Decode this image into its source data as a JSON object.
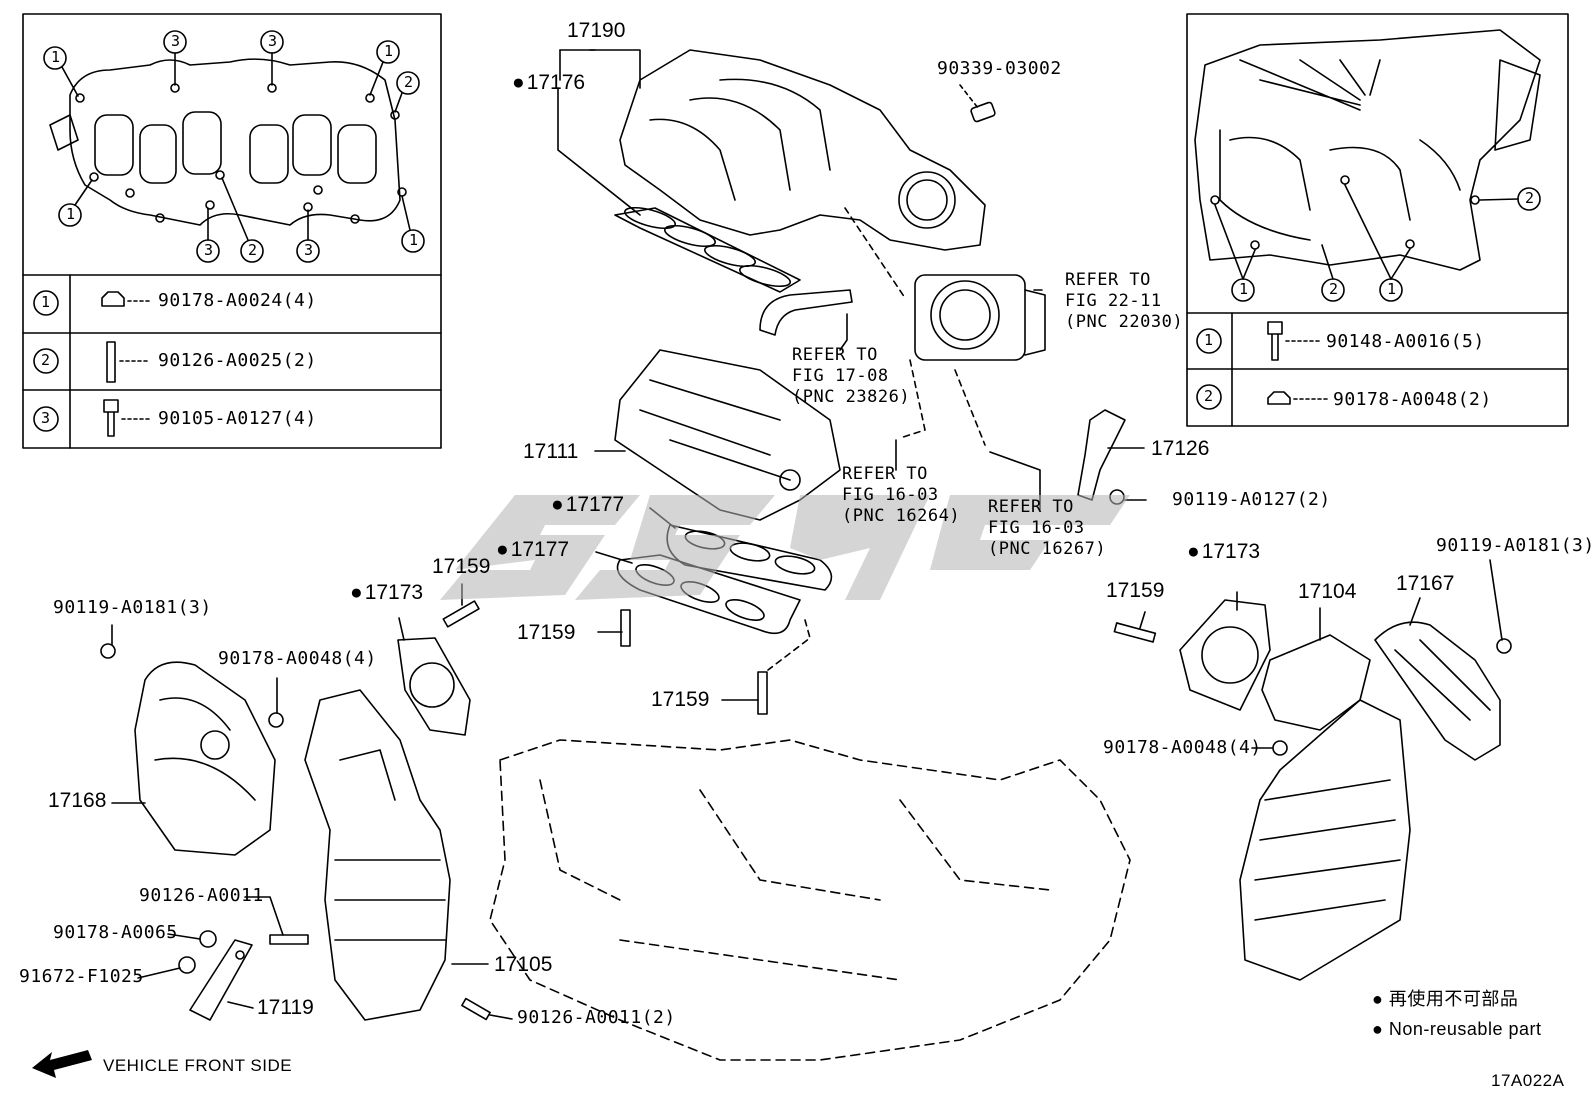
{
  "insets": {
    "left": {
      "legend": [
        {
          "num": "1",
          "part": "90178-A0024(4)"
        },
        {
          "num": "2",
          "part": "90126-A0025(2)"
        },
        {
          "num": "3",
          "part": "90105-A0127(4)"
        }
      ],
      "callouts": [
        "1",
        "3",
        "3",
        "1",
        "2",
        "1",
        "1",
        "3",
        "2",
        "3"
      ]
    },
    "right": {
      "legend": [
        {
          "num": "1",
          "part": "90148-A0016(5)"
        },
        {
          "num": "2",
          "part": "90178-A0048(2)"
        }
      ],
      "callouts": [
        "2",
        "1",
        "2",
        "1"
      ]
    }
  },
  "parts": {
    "p17190": "17190",
    "p17176": "17176",
    "p90339": "90339-03002",
    "p17111": "17111",
    "p17177a": "17177",
    "p17177b": "17177",
    "p17159a": "17159",
    "p17159b": "17159",
    "p17159c": "17159",
    "p17159d": "17159",
    "p17173a": "17173",
    "p17173b": "17173",
    "p17126": "17126",
    "p90119_127": "90119-A0127(2)",
    "p90119_181a": "90119-A0181(3)",
    "p90119_181b": "90119-A0181(3)",
    "p90178_48a": "90178-A0048(4)",
    "p90178_48b": "90178-A0048(4)",
    "p17104": "17104",
    "p17167": "17167",
    "p17168": "17168",
    "p90126_11a": "90126-A0011",
    "p90178_65": "90178-A0065",
    "p91672": "91672-F1025",
    "p17119": "17119",
    "p17105": "17105",
    "p90126_11b": "90126-A0011(2)"
  },
  "refs": {
    "r1": "REFER TO\nFIG 22-11\n(PNC 22030)",
    "r2": "REFER TO\nFIG 17-08\n(PNC 23826)",
    "r3": "REFER TO\nFIG 16-03\n(PNC 16264)",
    "r4": "REFER TO\nFIG 16-03\n(PNC 16267)"
  },
  "legend": {
    "jp": "再使用不可部品",
    "en": "Non-reusable part"
  },
  "footer": {
    "front": "VEHICLE FRONT SIDE",
    "code": "17A022A"
  }
}
